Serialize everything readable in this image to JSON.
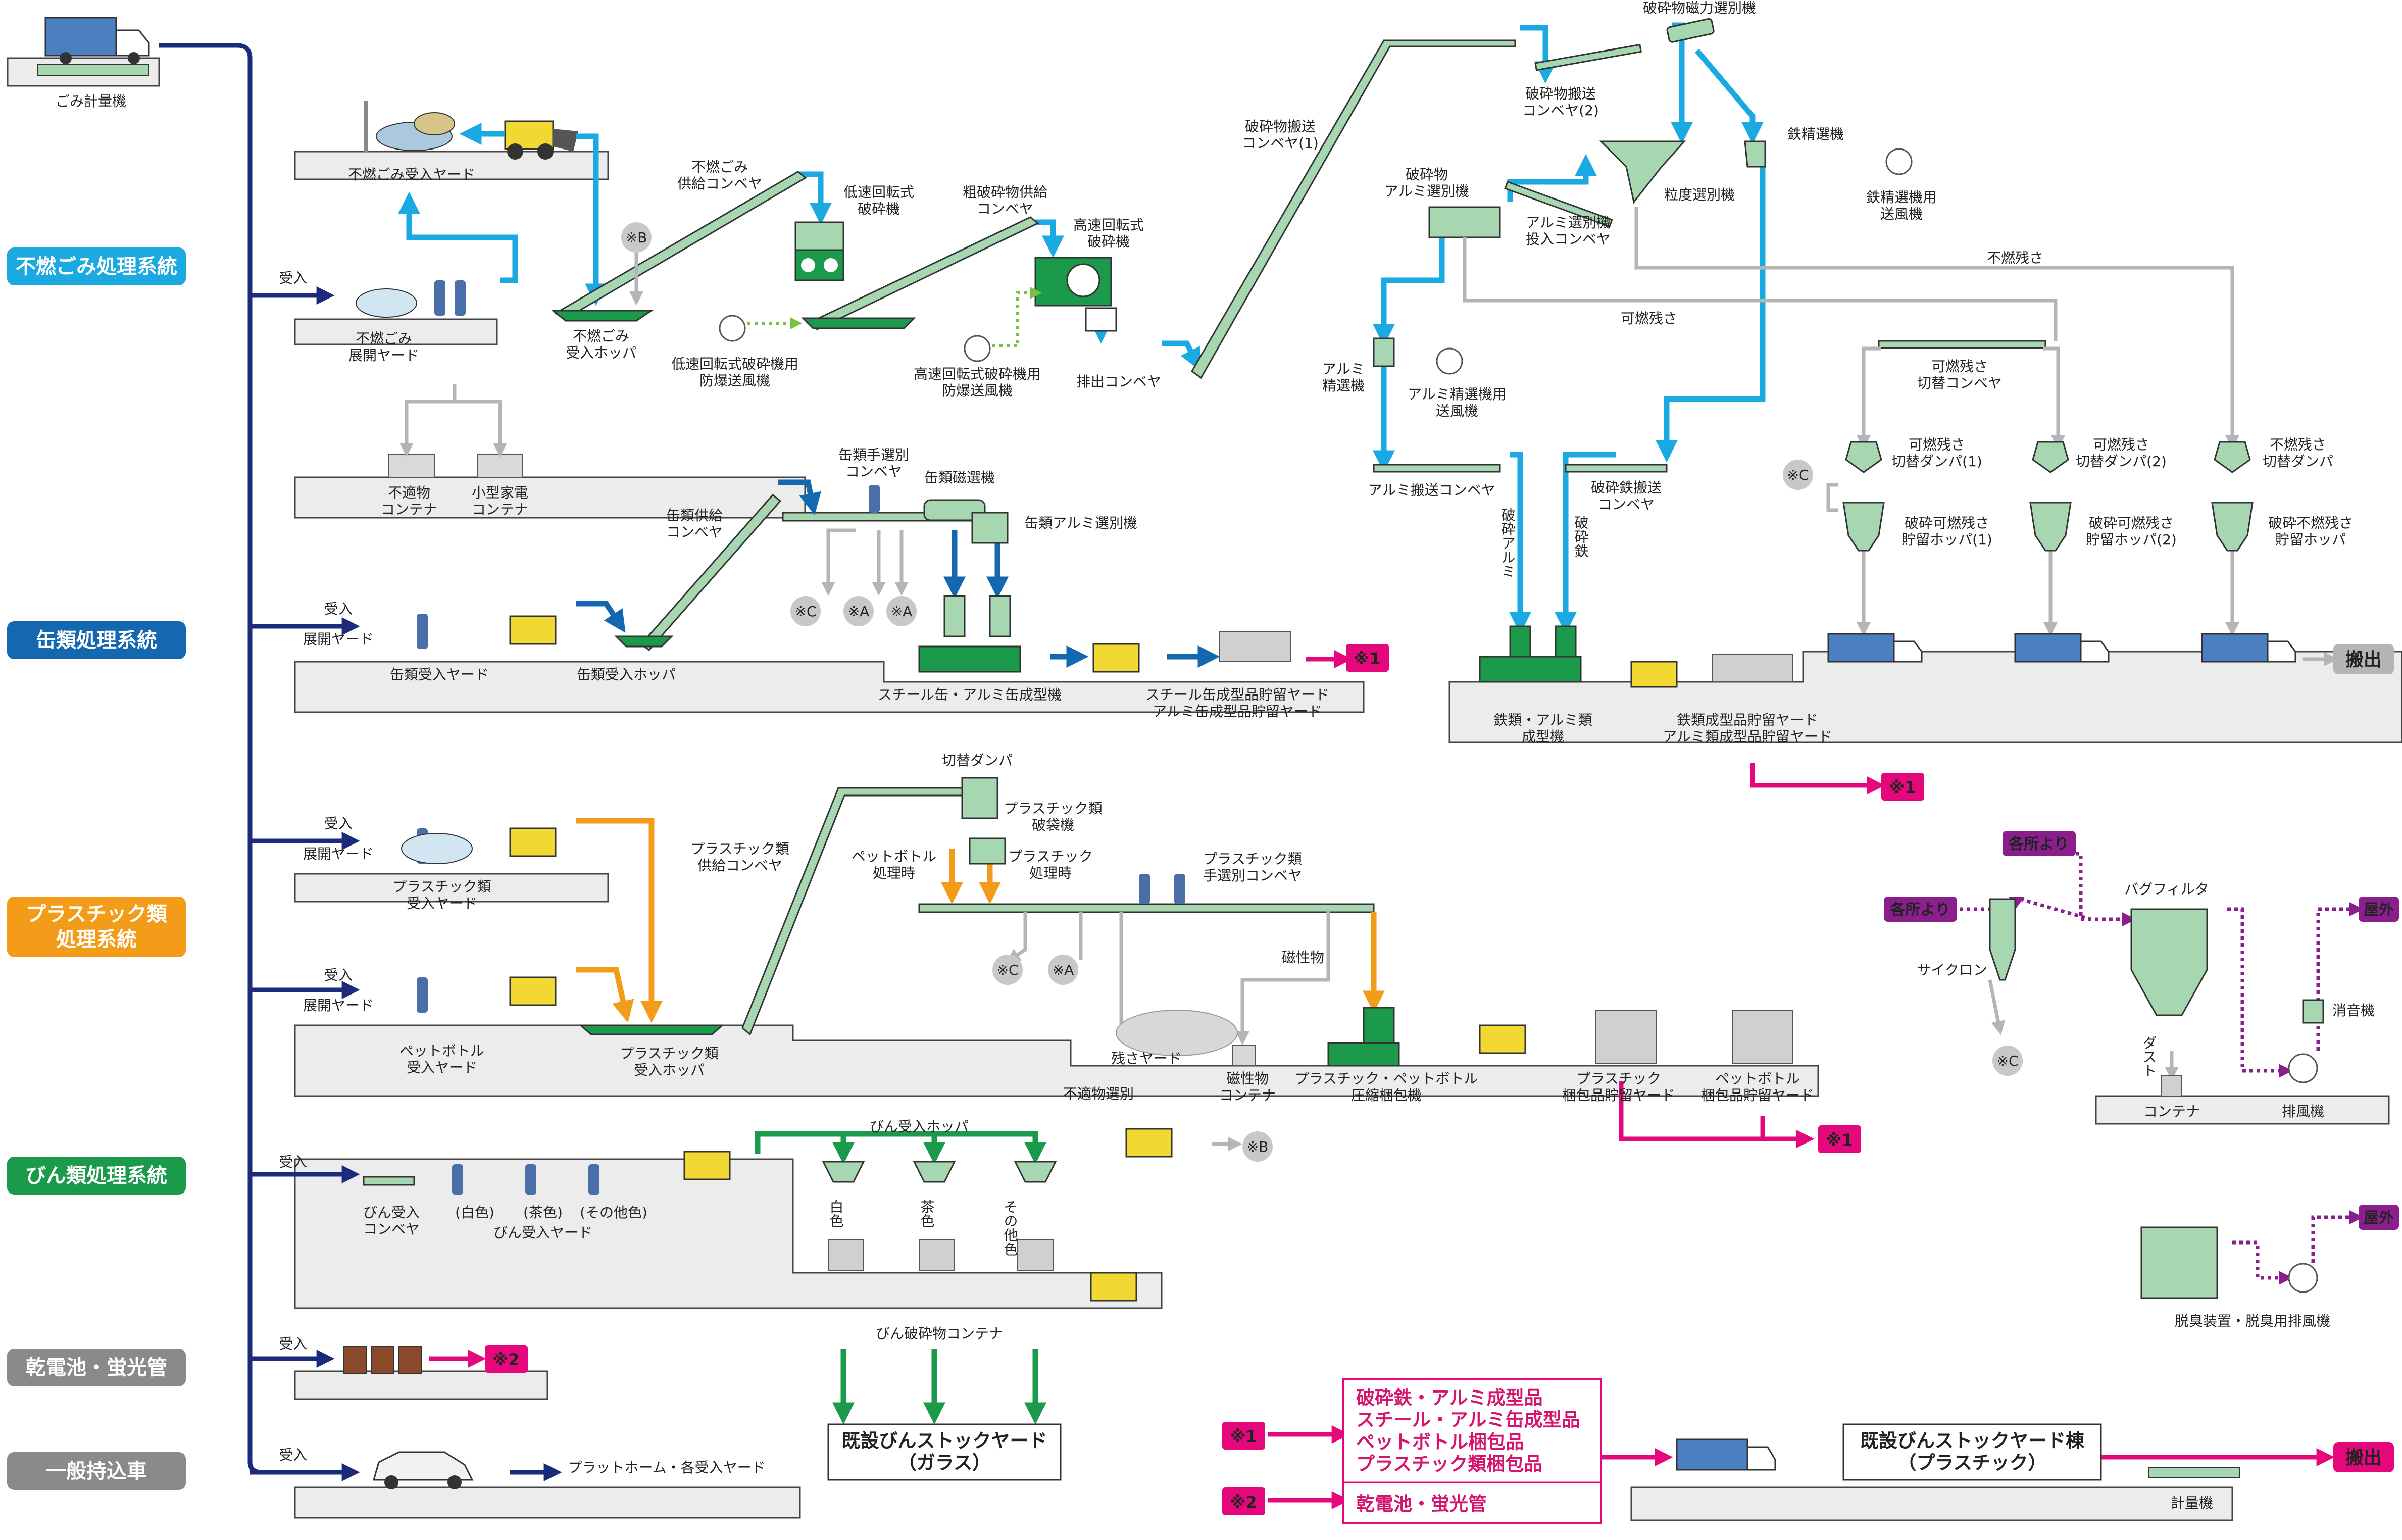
{
  "systems": {
    "funen": "不燃ごみ処理系統",
    "kan": "缶類処理系統",
    "plastic": "プラスチック類\n処理系統",
    "bin": "びん類処理系統",
    "kandenchi": "乾電池・蛍光管",
    "ippan": "一般持込車"
  },
  "colors": {
    "funen": "#1aa9e0",
    "kan": "#1368b0",
    "plastic": "#f39c1a",
    "bin": "#1a9a4a",
    "gray_box": "#8a8a8a",
    "navy_line": "#1b2a7a",
    "magenta": "#e5087c",
    "purple": "#8a1f8c",
    "machine_green": "#a7d7b1"
  },
  "labels": {
    "scale": "ごみ計量機",
    "juuke": "受入",
    "tenkai_yard": "展開ヤード",
    "funen_juuke_yard": "不燃ごみ受入ヤード",
    "funen_tenkai_yard": "不燃ごみ\n展開ヤード",
    "futekibutsu_container": "不適物\nコンテナ",
    "kogata_container": "小型家電\nコンテナ",
    "funen_hopper": "不燃ごみ\n受入ホッパ",
    "funen_conveyor": "不燃ごみ\n供給コンベヤ",
    "teisoku_hasaiki": "低速回転式\n破砕機",
    "teisoku_fan": "低速回転式破砕機用\n防爆送風機",
    "sohasai_conveyor": "粗破砕物供給\nコンベヤ",
    "kosoku_hasaiki": "高速回転式\n破砕機",
    "kosoku_fan": "高速回転式破砕機用\n防爆送風機",
    "haishutsu_conveyor": "排出コンベヤ",
    "hasai_conveyor1": "破砕物搬送\nコンベヤ(1)",
    "jiryoku_senbetsu": "破砕物磁力選別機",
    "hasai_conveyor2": "破砕物搬送\nコンベヤ(2)",
    "ryudo_senbetsu": "粒度選別機",
    "tetsu_seisen": "鉄精選機",
    "tetsu_seisen_fan": "鉄精選機用\n送風機",
    "alumi_senbetsu": "破砕物\nアルミ選別機",
    "alumi_toka_conveyor": "アルミ選別機\n投入コンベヤ",
    "alumi_seisen": "アルミ\n精選機",
    "alumi_seisen_fan": "アルミ精選機用\n送風機",
    "kanen_zansa": "可燃残さ",
    "funen_zansa": "不燃残さ",
    "kanen_kirikae_conveyor": "可燃残さ\n切替コンベヤ",
    "damper1": "可燃残さ\n切替ダンパ(1)",
    "damper2": "可燃残さ\n切替ダンパ(2)",
    "funen_damper": "不燃残さ\n切替ダンパ",
    "hopper1": "破砕可燃残さ\n貯留ホッパ(1)",
    "hopper2": "破砕可燃残さ\n貯留ホッパ(2)",
    "funen_hopper2": "破砕不燃残さ\n貯留ホッパ",
    "alumi_conveyor": "アルミ搬送コンベヤ",
    "hasai_tetsu_conveyor": "破砕鉄搬送\nコンベヤ",
    "hasai_alumi": "破砕アルミ",
    "hasai_tetsu": "破砕鉄",
    "tetsu_alumi_seikeiki": "鉄類・アルミ類\n成型機",
    "tetsu_yard": "鉄類成型品貯留ヤード\nアルミ類成型品貯留ヤード",
    "hanshutsu": "搬出",
    "kan_yard": "缶類受入ヤード",
    "kan_hopper": "缶類受入ホッパ",
    "kan_conveyor": "缶類供給\nコンベヤ",
    "kan_tesenbetsu": "缶類手選別\nコンベヤ",
    "kan_jiryoku": "缶類磁選機",
    "kan_alumi": "缶類アルミ選別機",
    "kan_seikeiki": "スチール缶・アルミ缶成型機",
    "kan_storage": "スチール缶成型品貯留ヤード\nアルミ缶成型品貯留ヤード",
    "pla_yard": "プラスチック類\n受入ヤード",
    "pet_yard": "ペットボトル\n受入ヤード",
    "pla_hopper": "プラスチック類\n受入ホッパ",
    "pla_conveyor": "プラスチック類\n供給コンベヤ",
    "kirikae_damper": "切替ダンパ",
    "pla_hataiki": "プラスチック類\n破袋機",
    "pet_ji": "ペットボトル\n処理時",
    "pla_ji": "プラスチック\n処理時",
    "pla_tesenbetsu": "プラスチック類\n手選別コンベヤ",
    "jiseibutsu": "磁性物",
    "zansa_yard": "残さヤード",
    "futekibutsu_senbetsu": "不適物選別",
    "jiseibutsu_container": "磁性物\nコンテナ",
    "asshuku": "プラスチック・ペットボトル\n圧縮梱包機",
    "pla_konpo_yard": "プラスチック\n梱包品貯留ヤード",
    "pet_konpo_yard": "ペットボトル\n梱包品貯留ヤード",
    "bin_hopper": "びん受入ホッパ",
    "bin_conveyor": "びん受入\nコンベヤ",
    "shiro": "(白色)",
    "cha": "(茶色)",
    "sonota": "(その他色)",
    "bin_yard": "びん受入ヤード",
    "v_shiro": "白色",
    "v_cha": "茶色",
    "v_sonota": "その他色",
    "bin_container": "びん破砕物コンテナ",
    "kisetsu_bin_glass": "既設びんストックヤード\n（ガラス）",
    "platform": "プラットホーム・各受入ヤード",
    "cyclone": "サイクロン",
    "bag_filter": "バグフィルタ",
    "kakusho_yori": "各所より",
    "okugai": "屋外",
    "dust": "ダスト",
    "container": "コンテナ",
    "haifuki": "排風機",
    "shouonki": "消音機",
    "dasshu": "脱臭装置・脱臭用排風機",
    "mark1": "※1",
    "mark2": "※2",
    "markA": "※A",
    "markB": "※B",
    "markC": "※C",
    "legend1": "破砕鉄・アルミ成型品\nスチール・アルミ缶成型品\nペットボトル梱包品\nプラスチック類梱包品",
    "legend2": "乾電池・蛍光管",
    "kisetsu_bin_pla": "既設びんストックヤード棟\n（プラスチック）",
    "keiryoki": "計量機"
  }
}
